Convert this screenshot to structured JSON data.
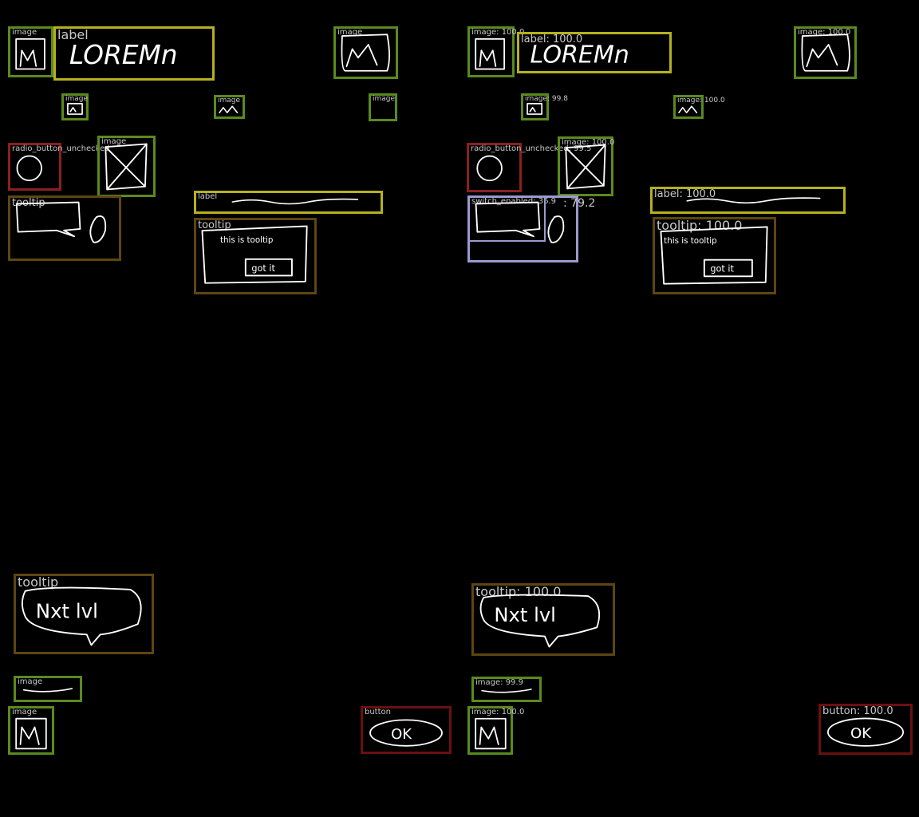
{
  "colors": {
    "image": "#5a8a1e",
    "label": "#b5b01f",
    "radio_button_unchecked": "#8a2020",
    "tooltip": "#5e4512",
    "button": "#6b1010",
    "switch_enabled": "#9a9ad0",
    "background": "#000000"
  },
  "left": {
    "image_1": "image",
    "label_1": "label",
    "image_2": "image",
    "image_3": "image",
    "image_4": "image",
    "image_5": "image",
    "radio_1": "radio_button_unchecked",
    "image_6": "image",
    "label_2": "label",
    "tooltip_1": "tooltip",
    "tooltip_2": "tooltip",
    "tooltip_3": "tooltip",
    "image_7": "image",
    "image_8": "image",
    "button_1": "button"
  },
  "right": {
    "image_1": "image: 100.0",
    "label_1": "label: 100.0",
    "image_2": "image: 100.0",
    "image_3": "image: 99.8",
    "image_4": "image: 100.0",
    "radio_1": "radio_button_unchecked: 99.5",
    "image_6": "image: 100.0",
    "switch_1": "switch_enabled: 36.9",
    "switch_extra": ": 79.2",
    "label_2": "label: 100.0",
    "tooltip_2": "tooltip: 100.0",
    "tooltip_3": "tooltip: 100.0",
    "image_7": "image: 99.9",
    "image_8": "image: 100.0",
    "button_1": "button: 100.0"
  },
  "sketch_text": {
    "lorem": "LOREMn",
    "got_it": "got it",
    "this_is_tooltip": "this is tooltip",
    "next_lvl": "Nxt lvl",
    "ok": "OK"
  }
}
